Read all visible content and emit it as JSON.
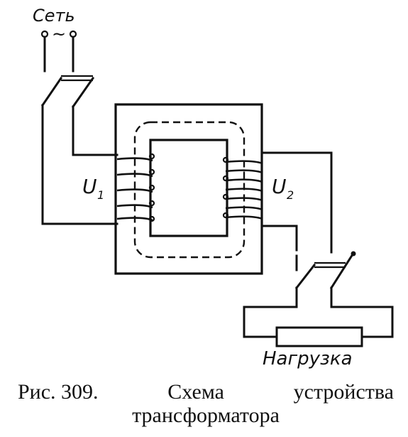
{
  "labels": {
    "network": "Сеть",
    "ac_symbol": "~",
    "u1_main": "U",
    "u1_sub": "1",
    "u2_main": "U",
    "u2_sub": "2",
    "load": "Нагрузка"
  },
  "caption": {
    "figure": "Рис. 309.",
    "word1": "Схема",
    "word2": "устройства",
    "line2": "трансформатора"
  }
}
